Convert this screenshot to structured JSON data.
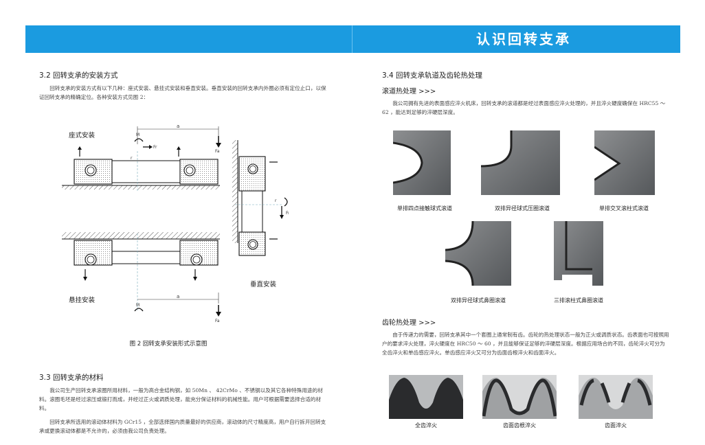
{
  "header": {
    "title": "认识回转支承"
  },
  "left": {
    "sec32": {
      "title": "3.2 回转支承的安装方式",
      "text": "回转支承的安装方式有以下几种：座式安装、悬挂式安装和垂直安装。垂直安装的回转支承内外圈必须有定位止口，以保证回转支承的精确定位。各种安装方式见图 2："
    },
    "diagram": {
      "seat_label": "座式安装",
      "hang_label": "悬挂安装",
      "vertical_label": "垂直安装",
      "caption": "图 2 回转支承安装形式示意图",
      "dim_a": "a",
      "sym_m": "M",
      "sym_fr": "Fr",
      "sym_fa": "Fa",
      "sym_r": "r"
    },
    "sec33": {
      "title": "3.3 回转支承的材料",
      "text1": "我公司生产回转支承滚圈所用材料，一般为高合金结构钢，如 50Mn 、 42CrMo 、不锈钢以及其它各种特殊用途的材料。滚圈毛坯是经过滚压或锻打而成，并经过正火或调质处理，能充分保证材料的机械性能。用户可根据需要选择合适的材料。",
      "text2": "回转支承所选用的滚动体材料为 GCr15 ，全部选择国内质量最好的供应商，滚动体的尺寸精度高，用户自行拆开回转支承或更换滚动体都是不允许的，必须由我公司负责处理。"
    }
  },
  "right": {
    "sec34": {
      "title": "3.4 回转支承轨道及齿轮热处理"
    },
    "raceway": {
      "title": "滚道热处理 >>>",
      "text": "我公司拥有先进的表面感应淬火机床，回转支承的滚道都是经过表面感应淬火处理的，并且淬火硬度确保在 HRC55 ～ 62 ，能达到足够的淬硬层深度。",
      "captions": [
        "单排四点接触球式滚道",
        "双排异径球式压圈滚道",
        "单排交叉滚柱式滚道",
        "双排异径球式鼻圈滚道",
        "三排滚柱式鼻圈滚道"
      ]
    },
    "gear": {
      "title": "齿轮热处理 >>>",
      "text": "由于传递力的需要，回转支承其中一个套圈上通常制有齿。齿轮的热处理状态一般为正火或调质状态。齿表面也可按照用户的要求淬火处理，淬火硬度在 HRC50 ～ 60 ，并且能够保证足够的淬硬层深度。根据应用场合的不同，齿轮淬火可分为全齿淬火和单齿感应淬火。单齿感应淬火又可分为齿面齿根淬火和齿面淬火。",
      "captions": [
        "全齿淬火",
        "齿面齿根淬火",
        "齿面淬火"
      ]
    }
  }
}
